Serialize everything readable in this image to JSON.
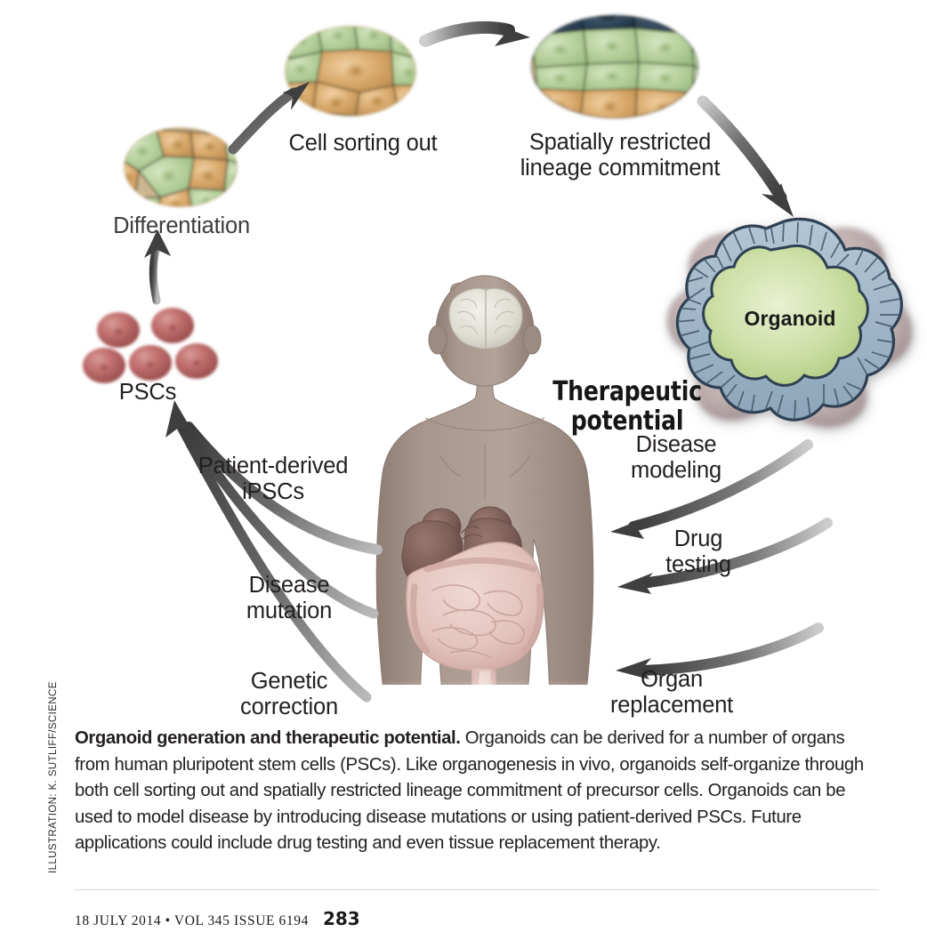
{
  "figure": {
    "title": "Organoid generation and therapeutic potential",
    "labels": {
      "differentiation": "Differentiation",
      "cell_sorting_out": "Cell sorting out",
      "spatially_restricted": "Spatially restricted\nlineage commitment",
      "organoid": "Organoid",
      "pscs": "PSCs",
      "therapeutic_potential": "Therapeutic\npotential",
      "disease_modeling": "Disease\nmodeling",
      "drug_testing": "Drug\ntesting",
      "organ_replacement": "Organ\nreplacement",
      "patient_derived_ipscs": "Patient-derived\niPSCs",
      "disease_mutation": "Disease\nmutation",
      "genetic_correction": "Genetic\ncorrection"
    },
    "colors": {
      "cell_green": "#b5d09c",
      "cell_tan": "#d9a96b",
      "cell_navy": "#2e4356",
      "psc_red": "#c1706e",
      "organoid_epithelium": "#9fb4c6",
      "organoid_lumen": "#c3d89a",
      "organoid_mesenchyme": "#b7a7a7",
      "body_skin": "#a8978c",
      "organ_dark": "#7d5f58",
      "intestine_pink": "#e3c4bd",
      "arrow_dark": "#3f3f3f",
      "text": "#231f20"
    }
  },
  "caption": {
    "lead": "Organoid generation and therapeutic potential.",
    "body": " Organoids can be derived for a number of organs from human pluripotent stem cells (PSCs). Like organogenesis in vivo, organoids self-organize through both cell sorting out and spatially restricted lineage commitment of precursor cells. Organoids can be used to model disease by introducing disease mutations or using patient-derived PSCs. Future applications could include drug testing and even tissue replacement therapy."
  },
  "credit": "ILLUSTRATION: K. SUTLIFF/SCIENCE",
  "footer": {
    "issue": "18 JULY 2014 • VOL 345 ISSUE 6194",
    "page": "283"
  }
}
